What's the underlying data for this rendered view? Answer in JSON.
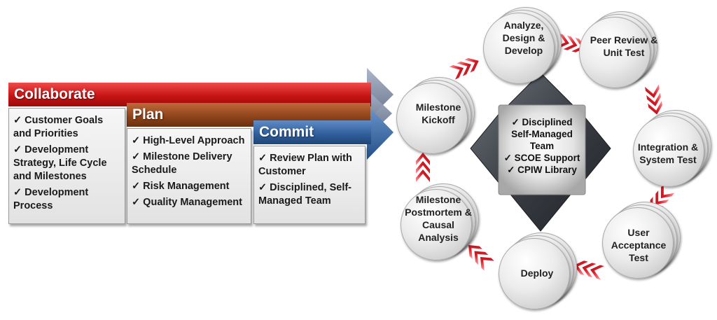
{
  "phases": {
    "collaborate": {
      "title": "Collaborate",
      "items": [
        "✓ Customer Goals and Priorities",
        "✓ Development Strategy, Life Cycle and Milestones",
        "✓ Development Process"
      ]
    },
    "plan": {
      "title": "Plan",
      "items": [
        "✓ High-Level Approach",
        "✓ Milestone Delivery Schedule",
        "✓ Risk Management",
        "✓ Quality Management"
      ]
    },
    "commit": {
      "title": "Commit",
      "items": [
        "✓ Review Plan with Customer",
        "✓ Disciplined, Self-Managed Team"
      ]
    }
  },
  "cycle": {
    "nodes": [
      "Analyze, Design & Develop",
      "Peer Review & Unit Test",
      "Integration & System Test",
      "User Acceptance Test",
      "Deploy",
      "Milestone Postmortem & Causal Analysis",
      "Milestone Kickoff"
    ],
    "hub": [
      "✓ Disciplined Self-Managed Team",
      "✓ SCOE Support",
      "✓ CPIW Library"
    ]
  },
  "colors": {
    "collaborate": "#c81414",
    "plan": "#8c4219",
    "commit": "#2e5d9a",
    "chevron": "#e0202a",
    "hub": "#3a3e44"
  }
}
